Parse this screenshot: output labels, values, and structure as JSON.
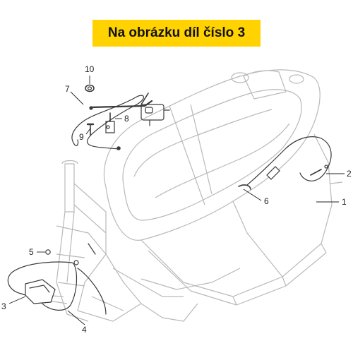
{
  "banner": {
    "text": "Na obrázku díl číslo 3",
    "color": "#ffd200"
  },
  "callouts": [
    {
      "id": "1",
      "label": "1"
    },
    {
      "id": "2",
      "label": "2"
    },
    {
      "id": "3",
      "label": "3"
    },
    {
      "id": "4",
      "label": "4"
    },
    {
      "id": "5",
      "label": "5"
    },
    {
      "id": "6",
      "label": "6"
    },
    {
      "id": "7",
      "label": "7"
    },
    {
      "id": "8",
      "label": "8"
    },
    {
      "id": "9",
      "label": "9"
    },
    {
      "id": "10",
      "label": "10"
    }
  ],
  "colors": {
    "frame_line": "#b9b9b9",
    "part_line": "#3a3a3a",
    "leader": "#222222"
  }
}
